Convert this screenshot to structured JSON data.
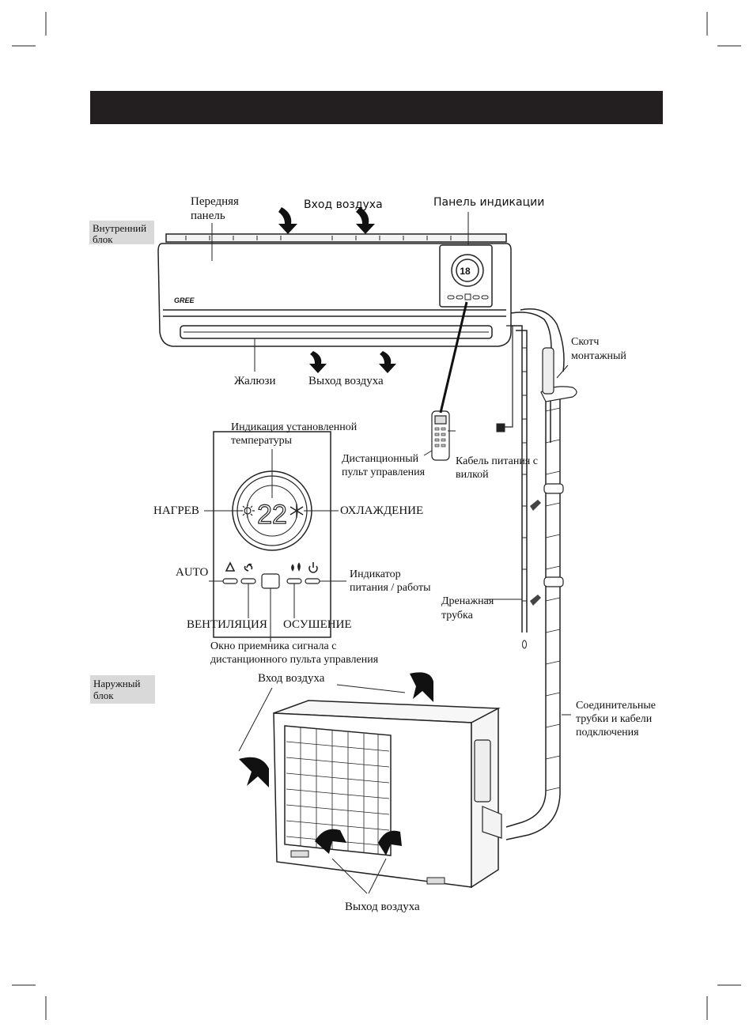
{
  "header": {
    "bar_color": "#231f20"
  },
  "sections": {
    "indoor": "Внутренний блок",
    "outdoor": "Наружный блок"
  },
  "labels": {
    "front_panel": "Передняя панель",
    "air_inlet_top": "Вход воздуха",
    "display_panel": "Панель индикации",
    "louvers": "Жалюзи",
    "air_outlet_indoor": "Выход воздуха",
    "tape": "Скотч монтажный",
    "set_temp": "Индикация установленной температуры",
    "remote": "Дистанционный пульт управления",
    "power_cable": "Кабель питания с вилкой",
    "heat": "НАГРЕВ",
    "cool": "ОХЛАЖДЕНИЕ",
    "auto": "AUTO",
    "power_indicator": "Индикатор питания / работы",
    "drain": "Дренажная трубка",
    "fan": "ВЕНТИЛЯЦИЯ",
    "dry": "ОСУШЕНИЕ",
    "receiver": "Окно приемника сигнала с дистанционного пульта управления",
    "air_inlet_outdoor": "Вход воздуха",
    "connecting": "Соединительные трубки и кабели подключения",
    "air_outlet_outdoor": "Выход воздуха"
  },
  "display": {
    "temperature": "22",
    "unit_display": "18"
  },
  "brand": "GREE"
}
